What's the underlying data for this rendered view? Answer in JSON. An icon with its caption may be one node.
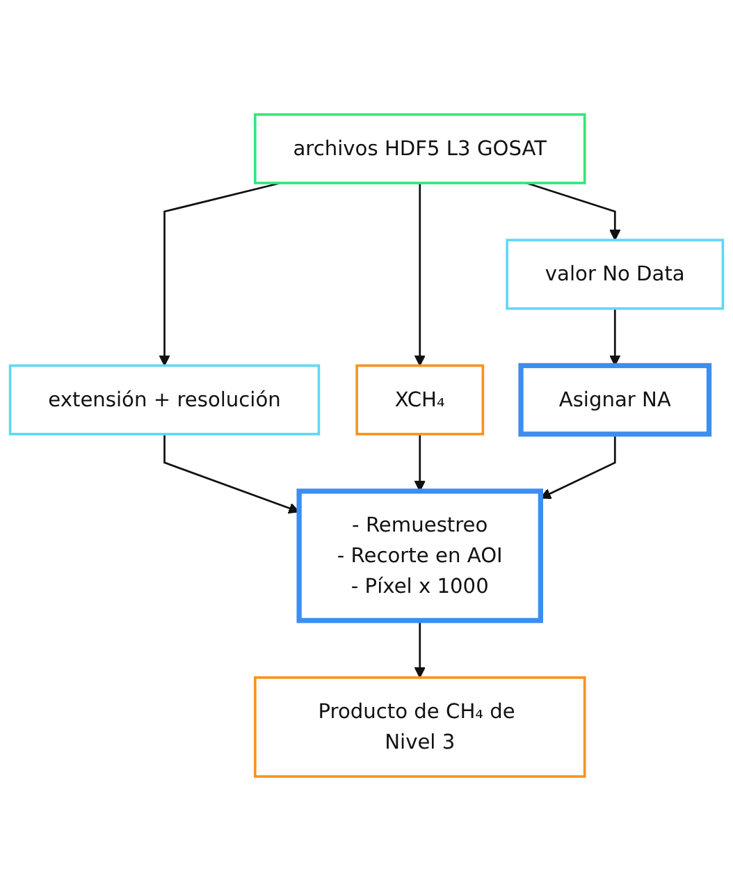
{
  "diagram": {
    "nodes": [
      {
        "text": [
          "archivos HDF5 L3 GOSAT"
        ]
      },
      {
        "text": [
          "extensión + resolución"
        ]
      },
      {
        "text": [
          "XCH₄"
        ]
      },
      {
        "text": [
          "valor No Data"
        ]
      },
      {
        "text": [
          "Asignar NA"
        ]
      },
      {
        "text": [
          "- Remuestreo",
          "- Recorte en AOI",
          "- Píxel x 1000"
        ]
      },
      {
        "text": [
          "Producto de CH₄ de Nivel 3"
        ]
      }
    ],
    "edges": [
      {
        "from": 0,
        "to": 1,
        "arrow": "to"
      },
      {
        "from": 0,
        "to": 2,
        "arrow": "to"
      },
      {
        "from": 0,
        "to": 3,
        "arrow": "to"
      },
      {
        "from": 3,
        "to": 4,
        "arrow": "to"
      },
      {
        "from": 1,
        "to": 5,
        "arrow": "to"
      },
      {
        "from": 2,
        "to": 5,
        "arrow": "to"
      },
      {
        "from": 4,
        "to": 5,
        "arrow": "to"
      },
      {
        "from": 5,
        "to": 6,
        "arrow": "to"
      }
    ]
  }
}
